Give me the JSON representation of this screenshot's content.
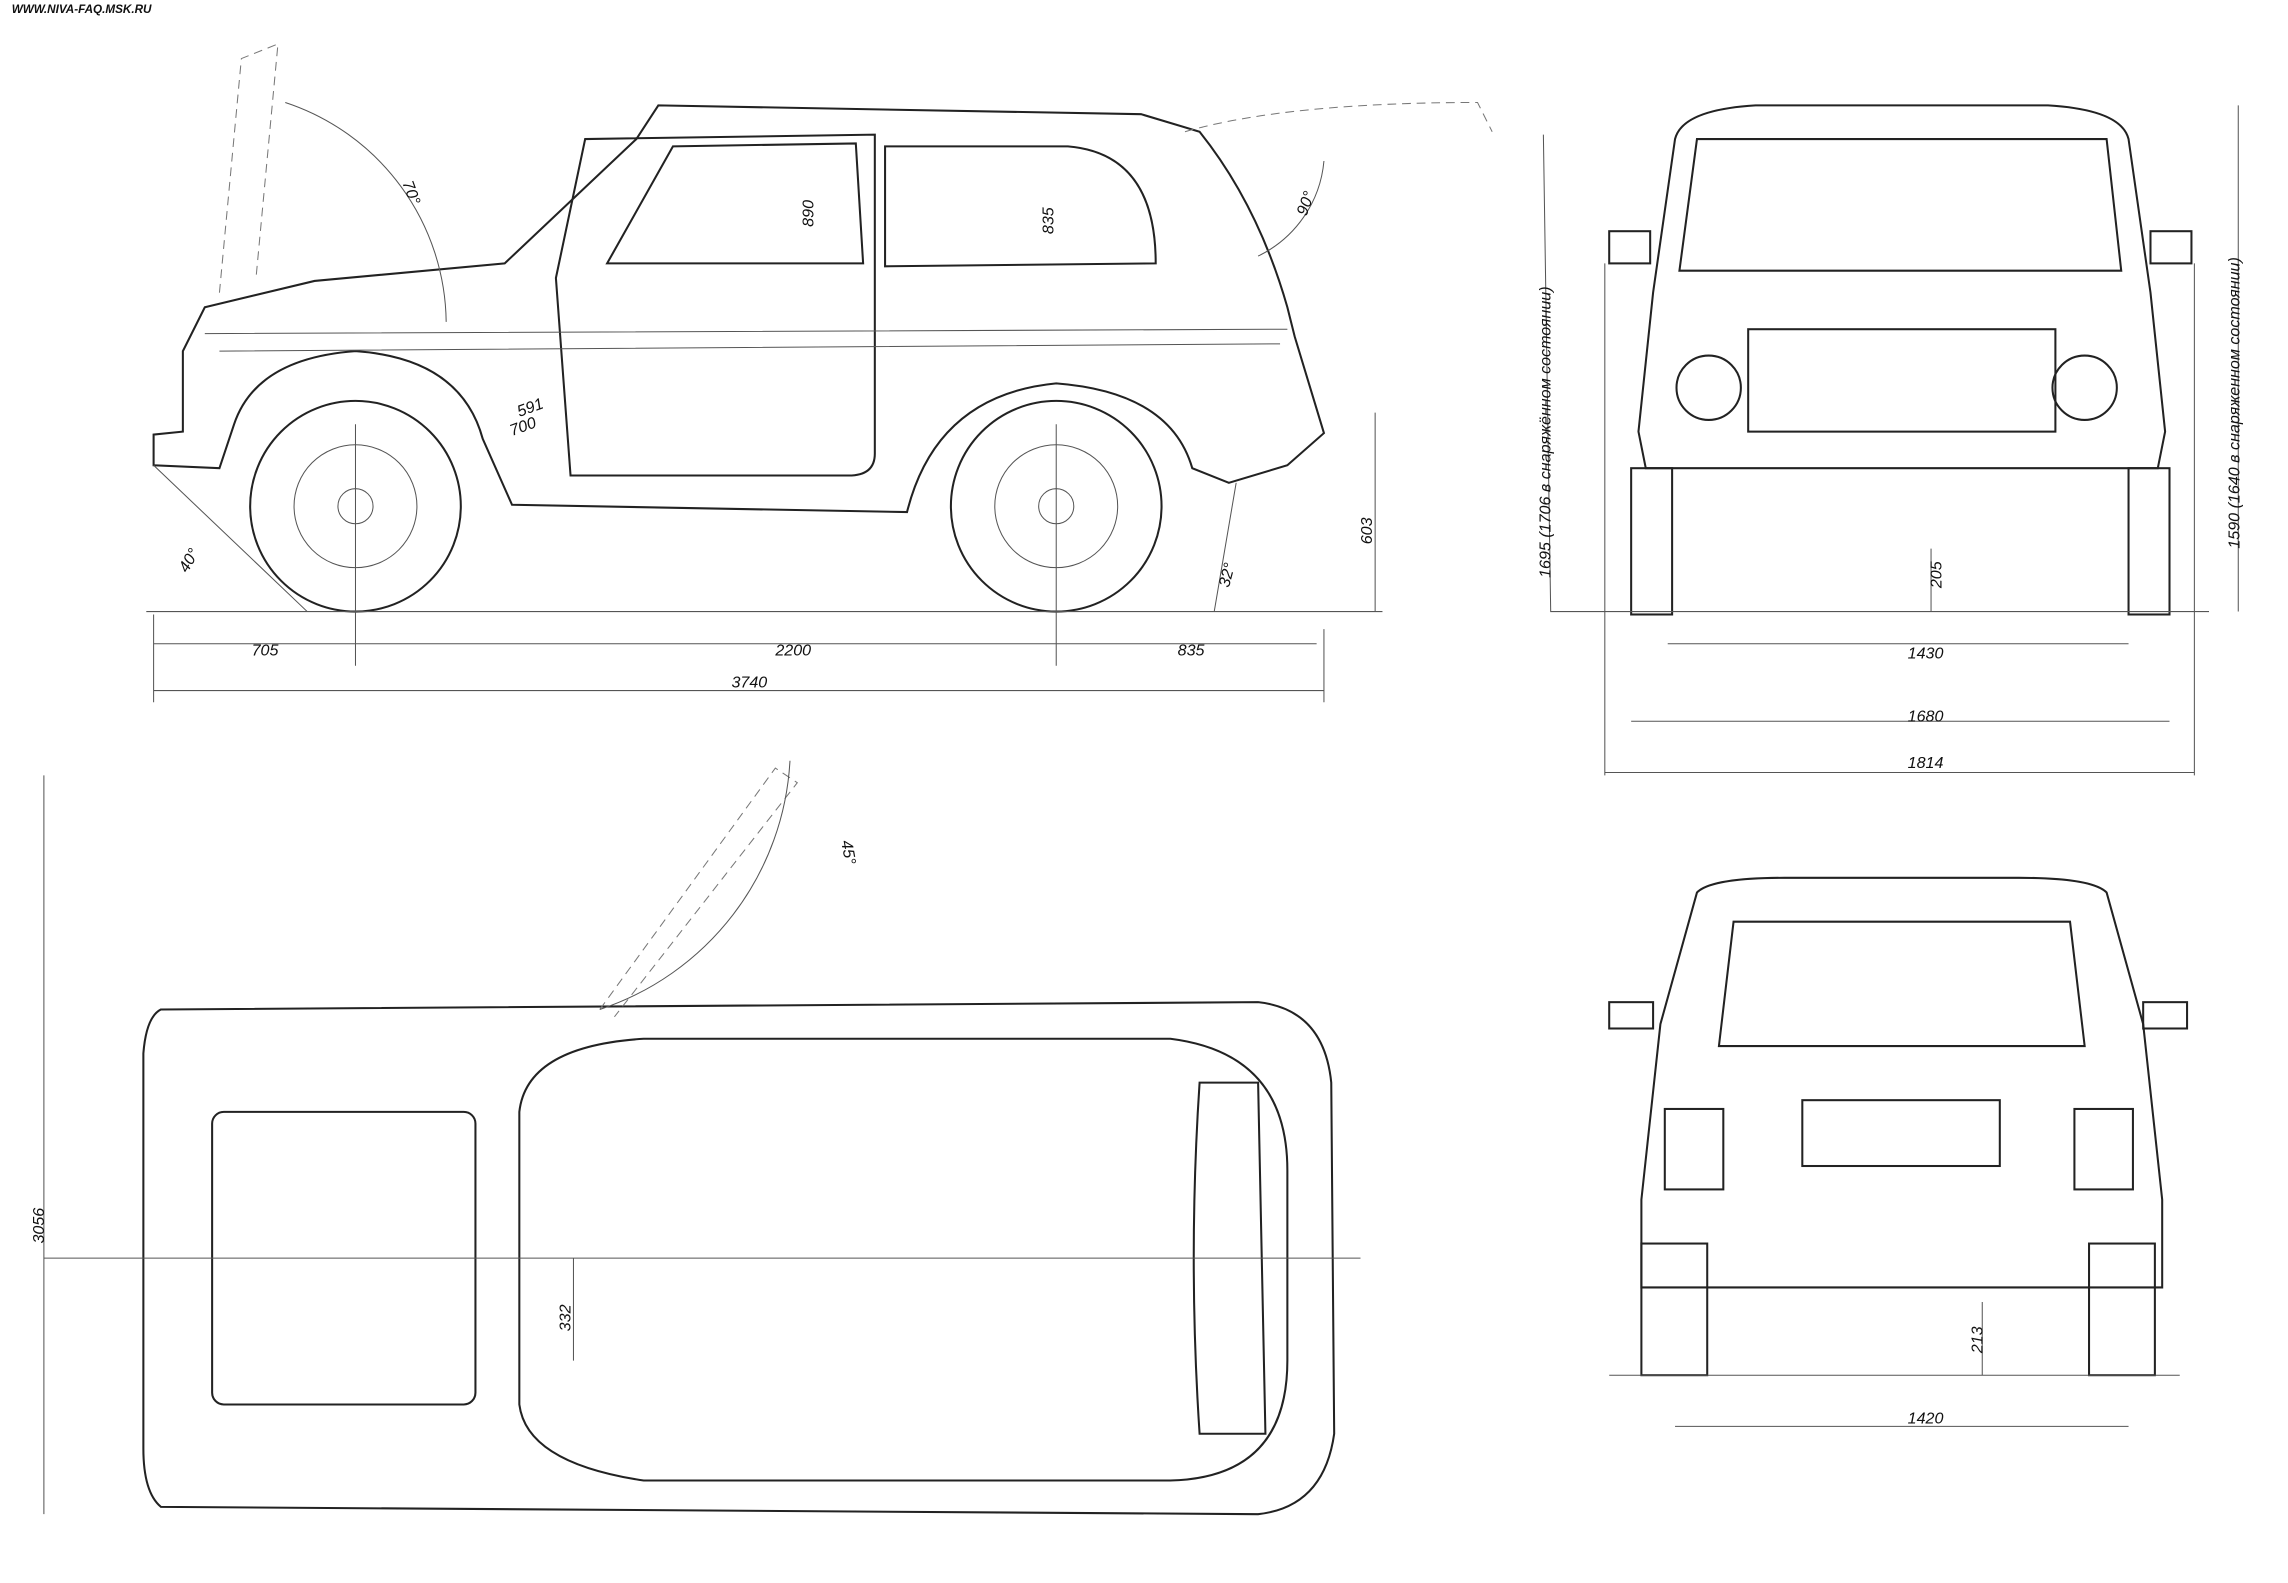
{
  "watermark": "WWW.NIVA-FAQ.MSK.RU",
  "side_view": {
    "front_overhang": "705",
    "wheelbase": "2200",
    "rear_overhang": "835",
    "overall_length": "3740",
    "wheel_center_height": "603",
    "approach_angle": "40°",
    "departure_angle": "32°",
    "hood_angle": "70°",
    "tailgate_angle": "90°",
    "front_interior_height": "890",
    "rear_interior_height": "835",
    "seat_dim_1": "591",
    "seat_dim_2": "700"
  },
  "front_view": {
    "height_label": "1695 (1706 в снаряжённом состоянии)",
    "height_label_right": "1590 (1640 в снаряженном состоянии)",
    "ground_clearance": "205",
    "front_track": "1430",
    "body_width": "1680",
    "mirror_width": "1814"
  },
  "top_view": {
    "width_label": "3056",
    "door_opening_angle": "45°",
    "offset_dim": "332"
  },
  "rear_view": {
    "ground_clearance": "213",
    "rear_track": "1420"
  }
}
